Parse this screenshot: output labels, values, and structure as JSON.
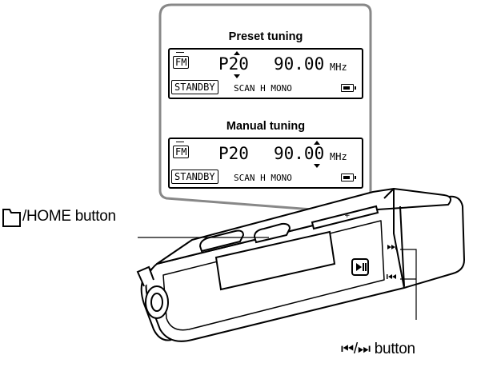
{
  "labels": {
    "home_button": "/HOME button",
    "skip_button": "button",
    "skip_back_glyph": "⏮",
    "skip_fwd_glyph": "⏭",
    "separator": "/"
  },
  "preset_panel": {
    "caption": "Preset tuning",
    "band": "FM",
    "preset": "P20",
    "frequency": "90.00",
    "unit": "MHz",
    "status": "STANDBY",
    "indicators": "SCAN H MONO"
  },
  "manual_panel": {
    "caption": "Manual tuning",
    "band": "FM",
    "preset": "P20",
    "frequency": "90.00",
    "unit": "MHz",
    "status": "STANDBY",
    "indicators": "SCAN H MONO"
  },
  "icons": {
    "folder": "folder-icon",
    "battery": "battery-icon",
    "play_pause": "play-pause-icon",
    "skip_back": "skip-back-icon",
    "skip_forward": "skip-forward-icon"
  },
  "colors": {
    "line": "#000000",
    "callout_frame": "#888888",
    "device_body": "#ffffff"
  }
}
